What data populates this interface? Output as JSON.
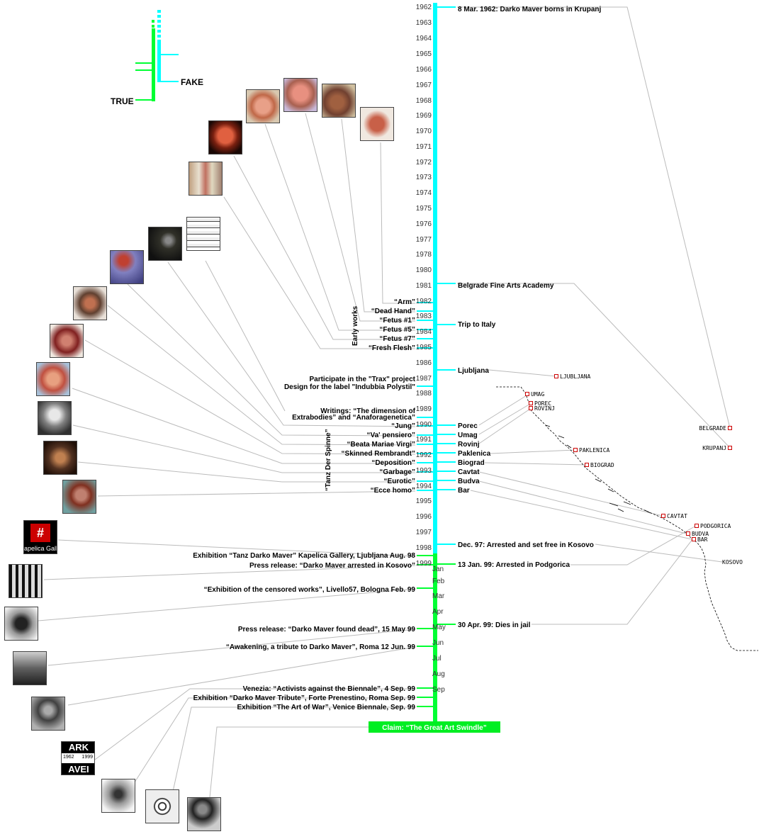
{
  "legend": {
    "true_label": "TRUE",
    "fake_label": "FAKE"
  },
  "colors": {
    "timeline_cyan": "#00ffff",
    "timeline_green": "#00ff33",
    "connector": "#bbbbbb",
    "claim_bg": "#00ee22",
    "map_marker": "#cc0000"
  },
  "years": [
    "1962",
    "1963",
    "1964",
    "1965",
    "1966",
    "1967",
    "1968",
    "1969",
    "1970",
    "1971",
    "1972",
    "1973",
    "1974",
    "1975",
    "1976",
    "1977",
    "1978",
    "1980",
    "1981",
    "1982",
    "1983",
    "1984",
    "1985",
    "1986",
    "1987",
    "1988",
    "1989",
    "1990",
    "1991",
    "1992",
    "1993",
    "1994",
    "1995",
    "1996",
    "1997",
    "1998",
    "1999"
  ],
  "months": [
    "Jan",
    "Feb",
    "Mar",
    "Apr",
    "May",
    "Jun",
    "Jul",
    "Aug",
    "Sep"
  ],
  "right_events": [
    "8 Mar. 1962: Darko Maver borns in Krupanj",
    "Belgrade Fine Arts Academy",
    "Trip to Italy",
    "Ljubljana",
    "Porec",
    "Umag",
    "Rovinj",
    "Paklenica",
    "Biograd",
    "Cavtat",
    "Budva",
    "Bar",
    "Dec. 97: Arrested and set free in Kosovo",
    "13 Jan. 99: Arrested in Podgorica",
    "30 Apr. 99: Dies in jail"
  ],
  "left_events": [
    "“Arm”",
    "“Dead Hand”",
    "“Fetus #1”",
    "“Fetus #5”",
    "“Fetus #7”",
    "“Fresh Flesh”",
    "Participate in the \"Trax\" project",
    "Design for the label \"Indubbia Polystil\"",
    "Writings: “The dimension of",
    "Extrabodies” and “Anaforagenetica”",
    "“Jung”",
    "“Va' pensiero”",
    "“Beata Mariae Virgi”",
    "“Skinned Rembrandt”",
    "“Deposition”",
    "“Garbage”",
    "“Eurotic”",
    "“Ecce homo”",
    "Exhibition “Tanz Darko Maver” Kapelica Gallery, Ljubljana Aug. 98",
    "Press release: “Darko Maver arrested in Kosovo”",
    "“Exhibition of the censored works”, Livello57, Bologna Feb. 99",
    "Press release: “Darko Maver found dead”, 15 May 99",
    "“Awakening, a tribute to Darko Maver”, Roma 12 Jun. 99",
    "Venezia: “Activists against the Biennale”, 4 Sep. 99",
    "Exhibition “Darko Maver Tribute”, Forte Prenestino, Roma Sep. 99",
    "Exhibition “The Art of War”, Venice Biennale, Sep. 99"
  ],
  "group_labels": {
    "early": "Early works",
    "tanz": "“Tanz Der Spinne”"
  },
  "claim": "Claim: “The Great Art Swindle”",
  "map_labels": [
    "LJUBLJANA",
    "UMAG",
    "POREC",
    "ROVINJ",
    "BELGRADE",
    "KRUPANJ",
    "PAKLENICA",
    "BIOGRAD",
    "CAVTAT",
    "PODGORICA",
    "BUDVA",
    "BAR",
    "KOSOVO"
  ],
  "thumb_texts": {
    "kapelica": "apelica Galle",
    "hash": "#",
    "ark": "ARK",
    "avei": "AVEI",
    "y1": "1962",
    "y2": "1999"
  }
}
